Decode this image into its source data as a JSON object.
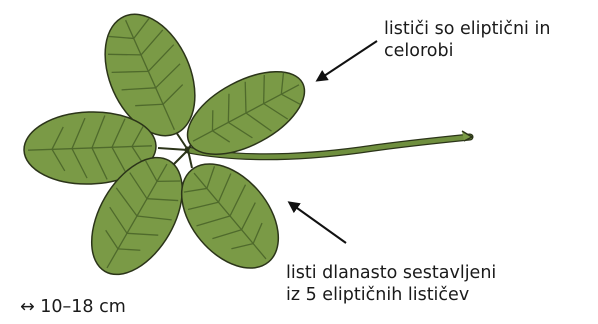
{
  "labels": {
    "leaflets_line1": "lističi so eliptični in",
    "leaflets_line2": "celorobi",
    "leaves_line1": "listi dlanasto sestavljeni",
    "leaves_line2": "iz 5 eliptičnih lističev",
    "scale": "↔ 10–18 cm"
  },
  "colors": {
    "leaf_fill": "#7a9a46",
    "leaf_stroke": "#2b3419",
    "vein": "#4f6a2c",
    "stem": "#6f8f3e",
    "arrow": "#111111"
  }
}
